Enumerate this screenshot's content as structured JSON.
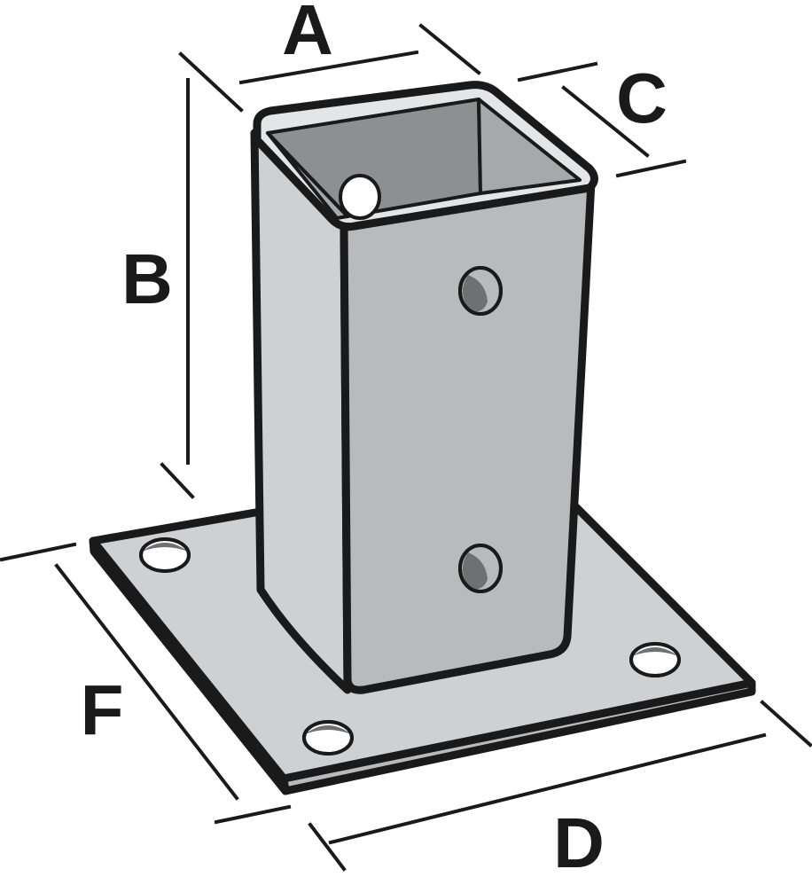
{
  "figure": {
    "labels": {
      "a": "A",
      "b": "B",
      "c": "C",
      "d": "D",
      "f": "F"
    },
    "colors": {
      "ink": "#1a1a1a",
      "plate": "#cfd0d2",
      "plate_edge": "#b9babc",
      "tube_front": "#b9babc",
      "tube_side": "#cfd0d2",
      "tube_inner_back": "#8e8f92",
      "tube_inner_side": "#a7a8ab",
      "rim": "#e4e5e6",
      "hole": "#ffffff",
      "hole_shadow": "#6f7073"
    }
  }
}
